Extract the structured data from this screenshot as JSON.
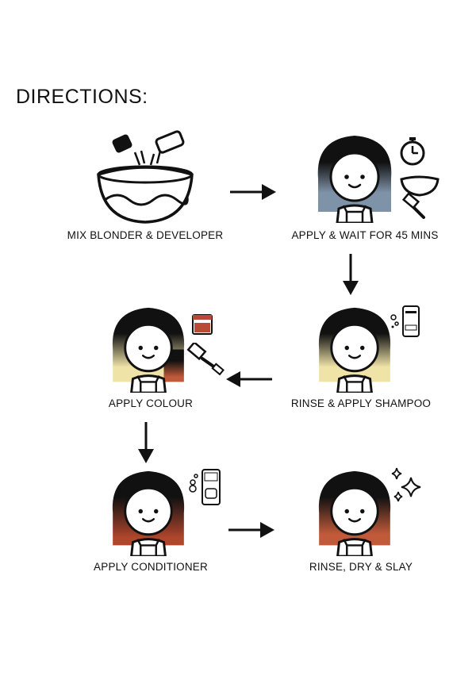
{
  "title": "DIRECTIONS:",
  "steps": [
    {
      "label": "MIX BLONDER & DEVELOPER",
      "icon": "mixing-bowl-icon"
    },
    {
      "label": "APPLY & WAIT FOR 45 MINS",
      "icon": "stopwatch-icon"
    },
    {
      "label": "RINSE & APPLY SHAMPOO",
      "icon": "shampoo-bottle-icon"
    },
    {
      "label": "APPLY COLOUR",
      "icon": "colour-jar-icon"
    },
    {
      "label": "APPLY CONDITIONER",
      "icon": "conditioner-bottle-icon"
    },
    {
      "label": "RINSE, DRY & SLAY",
      "icon": "sparkle-icon"
    }
  ],
  "colors": {
    "outline": "#111111",
    "blonder_hair_tips": "#7f93a8",
    "rinsed_hair_tips": "#efe3a8",
    "colour_hair_tips": "#c05a3a",
    "colour_jar": "#b84a36"
  }
}
